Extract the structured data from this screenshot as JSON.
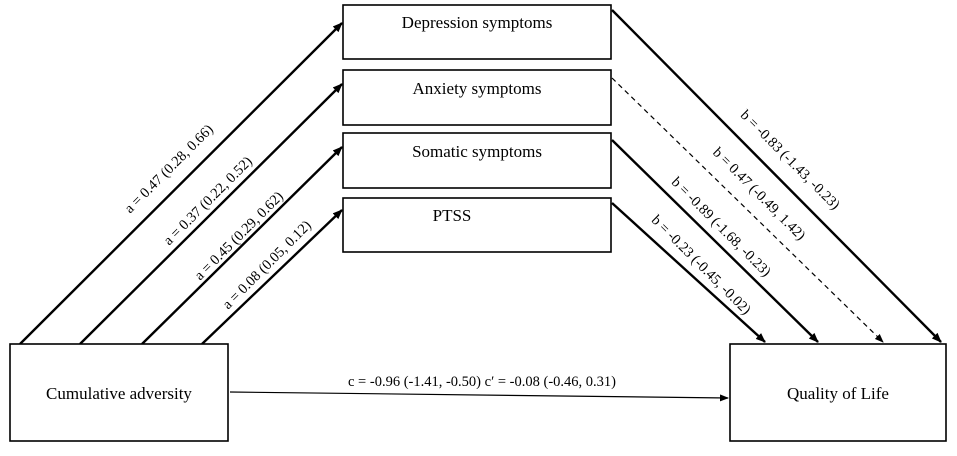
{
  "diagram": {
    "nodes": {
      "depression": "Depression symptoms",
      "anxiety": "Anxiety symptoms",
      "somatic": "Somatic symptoms",
      "ptss": "PTSS",
      "adversity": "Cumulative adversity",
      "qol": "Quality of Life"
    },
    "paths": {
      "a_depression": "a = 0.47 (0.28, 0.66)",
      "a_anxiety": "a = 0.37 (0.22, 0.52)",
      "a_somatic": "a = 0.45 (0.29, 0.62)",
      "a_ptss": "a = 0.08 (0.05, 0.12)",
      "b_depression": "b = -0.83 (-1.43, -0.23)",
      "b_anxiety": "b = 0.47 (-0.49, 1.42)",
      "b_somatic": "b = -0.89 (-1.68, -0.23)",
      "b_ptss": "b = -0.23 (-0.45, -0.02)",
      "c_direct": "c = -0.96 (-1.41, -0.50) c′ = -0.08 (-0.46, 0.31)"
    },
    "styles": {
      "significant": "solid",
      "nonsignificant": "dashed"
    }
  }
}
